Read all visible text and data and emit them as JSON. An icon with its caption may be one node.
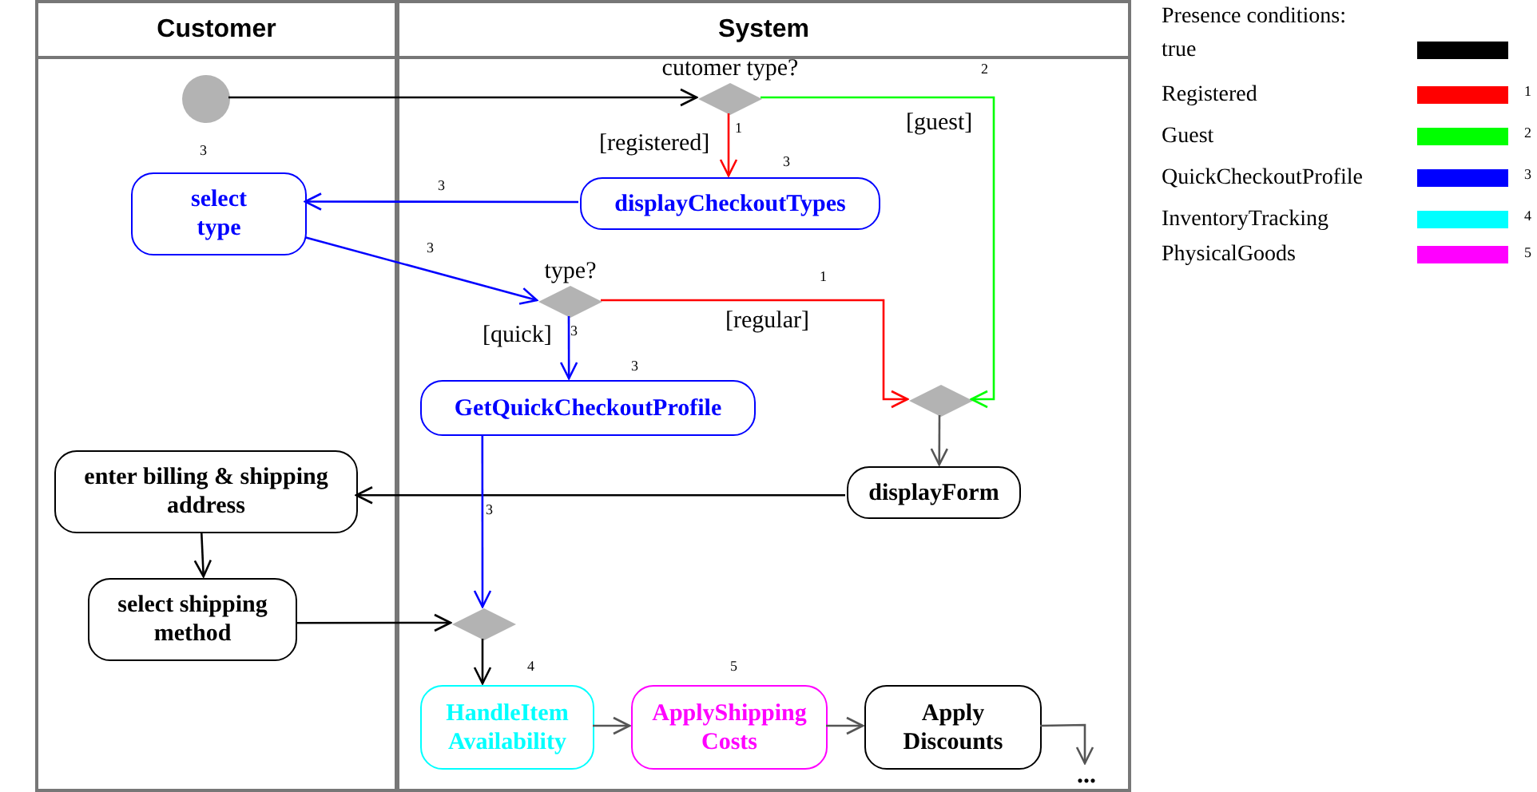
{
  "diagram": {
    "nodes": [
      {
        "text": [
          "Customer"
        ]
      },
      {
        "text": [
          "System"
        ]
      },
      {
        "text": [],
        "shape": "circle",
        "in": 0
      },
      {
        "text": [
          "cutomer type?"
        ],
        "in": 1
      },
      {
        "text": [
          "displayCheckoutTypes"
        ],
        "in": 1,
        "beside": [
          "3"
        ]
      },
      {
        "text": [
          "select type"
        ],
        "in": 0,
        "beside": [
          "3"
        ]
      },
      {
        "text": [
          "type?"
        ],
        "in": 1
      },
      {
        "text": [
          "GetQuickCheckoutProfile"
        ],
        "in": 1,
        "beside": [
          "3"
        ]
      },
      {
        "text": [],
        "shape": "diamond",
        "in": 1
      },
      {
        "text": [
          "displayForm"
        ],
        "in": 1
      },
      {
        "text": [
          "enter billing & shipping address"
        ],
        "in": 0
      },
      {
        "text": [
          "select shipping method"
        ],
        "in": 0
      },
      {
        "text": [],
        "shape": "diamond",
        "in": 1
      },
      {
        "text": [
          "HandleItem Availability"
        ],
        "in": 1,
        "beside": [
          "4"
        ]
      },
      {
        "text": [
          "ApplyShipping Costs"
        ],
        "in": 1,
        "beside": [
          "5"
        ]
      },
      {
        "text": [
          "Apply Discounts"
        ],
        "in": 1
      },
      {
        "text": [
          "..."
        ],
        "in": 1
      }
    ],
    "edges": [
      {
        "from": 2,
        "to": 3,
        "arrow": "to"
      },
      {
        "from": 3,
        "to": 4,
        "arrow": "to",
        "label": "[registered]",
        "color": "#ff0000"
      },
      {
        "from": 3,
        "to": 8,
        "arrow": "to",
        "label": "[guest]",
        "color": "#00ff00"
      },
      {
        "from": 4,
        "to": 5,
        "arrow": "to",
        "color": "#0000ff"
      },
      {
        "from": 5,
        "to": 6,
        "arrow": "to",
        "color": "#0000ff"
      },
      {
        "from": 6,
        "to": 7,
        "arrow": "to",
        "label": "[quick]",
        "color": "#0000ff"
      },
      {
        "from": 6,
        "to": 8,
        "arrow": "to",
        "label": "[regular]",
        "color": "#ff0000"
      },
      {
        "from": 8,
        "to": 9,
        "arrow": "to",
        "color": "#555555"
      },
      {
        "from": 9,
        "to": 10,
        "arrow": "to"
      },
      {
        "from": 10,
        "to": 11,
        "arrow": "to"
      },
      {
        "from": 11,
        "to": 12,
        "arrow": "to"
      },
      {
        "from": 7,
        "to": 12,
        "arrow": "to",
        "color": "#0000ff"
      },
      {
        "from": 12,
        "to": 13,
        "arrow": "to"
      },
      {
        "from": 13,
        "to": 14,
        "arrow": "to",
        "color": "#555555"
      },
      {
        "from": 14,
        "to": 15,
        "arrow": "to",
        "color": "#555555"
      },
      {
        "from": 15,
        "to": 16,
        "arrow": "to",
        "color": "#555555"
      }
    ],
    "labels": [
      "Presence conditions:",
      "2",
      "1",
      "3",
      "3",
      "3",
      "1",
      "3",
      "1",
      "2",
      "3",
      "4",
      "5"
    ],
    "legend": [
      {
        "text": "true",
        "color": "#000000"
      },
      {
        "text": "Registered",
        "color": "#ff0000"
      },
      {
        "text": "Guest",
        "color": "#00ff00"
      },
      {
        "text": "QuickCheckoutProfile",
        "color": "#0000ff"
      },
      {
        "text": "InventoryTracking",
        "color": "#00ffff"
      },
      {
        "text": "PhysicalGoods",
        "color": "#ff00ff"
      }
    ]
  }
}
